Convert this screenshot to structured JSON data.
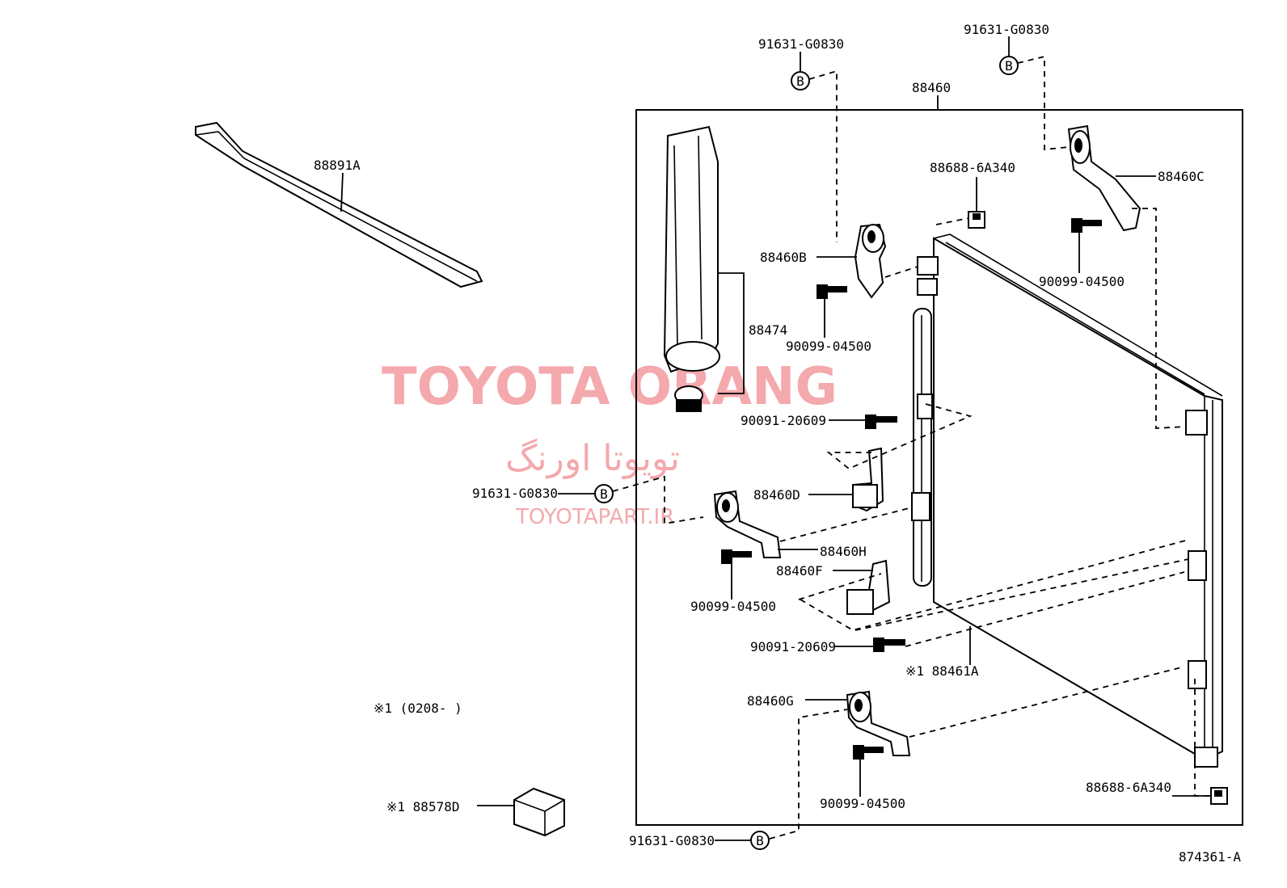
{
  "watermark": {
    "title": "TOYOTA ORANG",
    "persian": "تویوتا اورنگ",
    "url": "TOYOTAPART.IR"
  },
  "labels": {
    "p88891A": "88891A",
    "p91631_top_left": "91631-G0830",
    "p91631_top_right": "91631-G0830",
    "p88460": "88460",
    "p88688_top": "88688-6A340",
    "p88460C": "88460C",
    "p88460B": "88460B",
    "p90099_right": "90099-04500",
    "p88474": "88474",
    "p90099_upper": "90099-04500",
    "p90091_upper": "90091-20609",
    "p91631_mid": "91631-G0830",
    "p88460D": "88460D",
    "p88460H": "88460H",
    "p88460F": "88460F",
    "p90099_mid": "90099-04500",
    "p90091_lower": "90091-20609",
    "p88461A": "※1 88461A",
    "note_range": "※1 (0208-      )",
    "p88460G": "88460G",
    "p88578D": "※1 88578D",
    "p90099_lower": "90099-04500",
    "p88688_bottom": "88688-6A340",
    "p91631_bottom": "91631-G0830",
    "diagram_code": "874361-A",
    "circle_b": "B"
  }
}
